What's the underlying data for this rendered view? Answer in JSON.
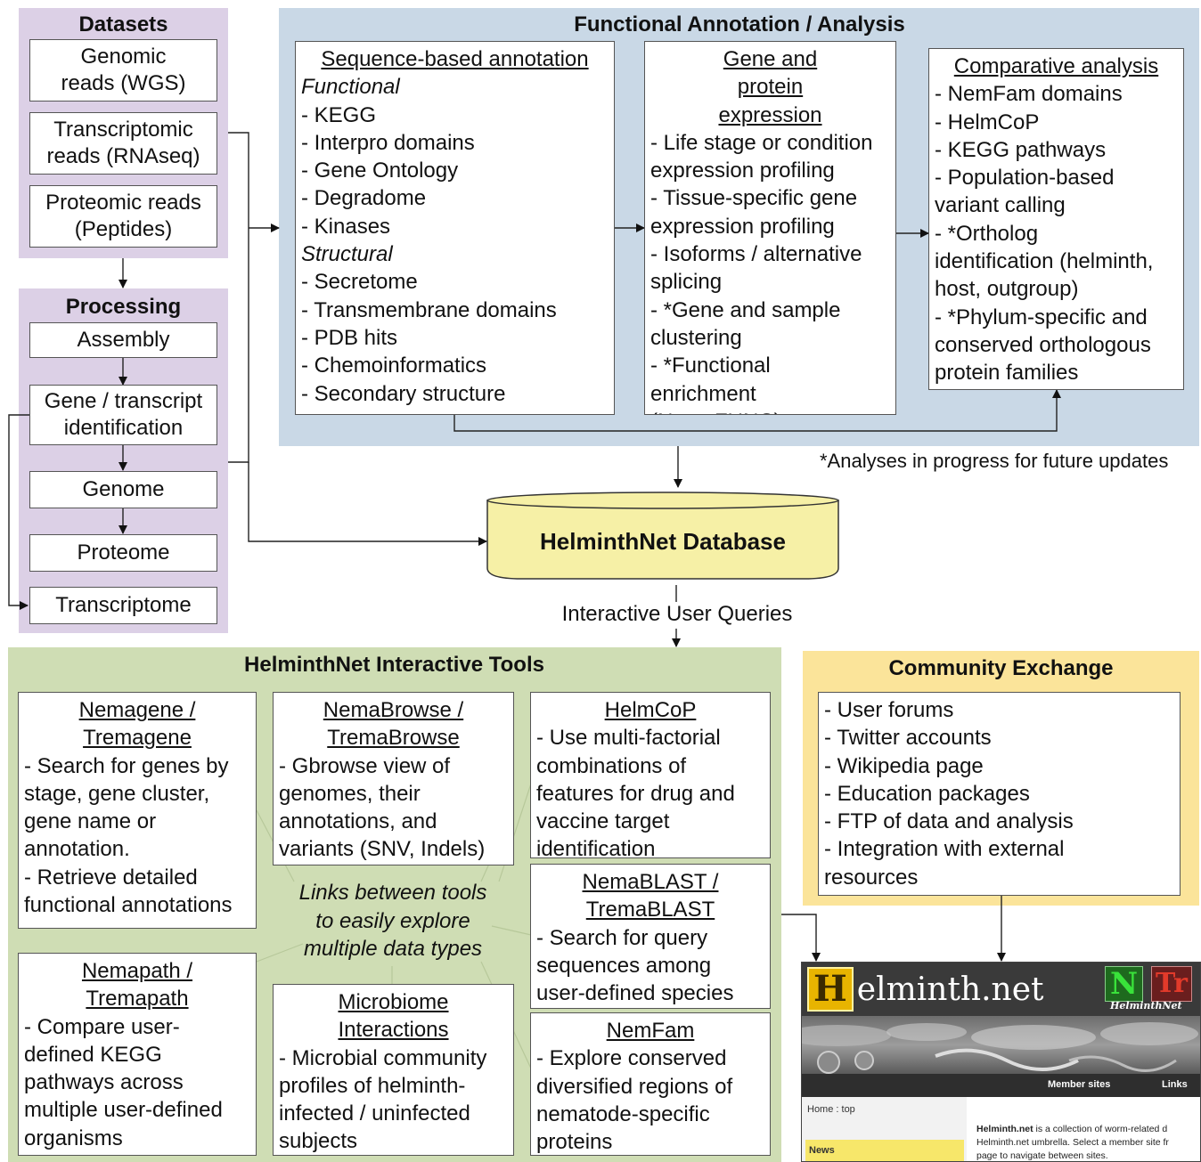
{
  "datasets": {
    "title": "Datasets",
    "items": [
      "Genomic reads (WGS)",
      "Transcriptomic reads (RNAseq)",
      "Proteomic reads (Peptides)"
    ]
  },
  "processing": {
    "title": "Processing",
    "items": [
      "Assembly",
      "Gene / transcript identification",
      "Genome",
      "Proteome",
      "Transcriptome"
    ]
  },
  "functional": {
    "title": "Functional Annotation / Analysis",
    "sequence": {
      "heading": "Sequence-based annotation",
      "functional_label": "Functional",
      "functional_items": [
        "- KEGG",
        "- Interpro domains",
        "- Gene Ontology",
        "- Degradome",
        "- Kinases"
      ],
      "structural_label": "Structural",
      "structural_items": [
        "- Secretome",
        "- Transmembrane domains",
        "- PDB hits",
        "- Chemoinformatics",
        "- Secondary structure"
      ]
    },
    "expression": {
      "heading": "Gene and protein expression",
      "lines": [
        "- Life stage or condition",
        "expression profiling",
        "- Tissue-specific gene",
        "expression profiling",
        "- Isoforms / alternative",
        "splicing",
        "- *Gene and sample",
        "clustering",
        "- *Functional",
        "enrichment",
        "(NemaFUNC)"
      ]
    },
    "comparative": {
      "heading": "Comparative analysis",
      "lines": [
        "- NemFam domains",
        "- HelmCoP",
        "- KEGG pathways",
        "- Population-based",
        "variant calling",
        "- *Ortholog",
        "identification (helminth,",
        "host, outgroup)",
        "- *Phylum-specific and",
        "conserved orthologous",
        "protein families"
      ]
    }
  },
  "footnote": "*Analyses in progress for future updates",
  "database": {
    "label": "HelminthNet Database"
  },
  "queries_label": "Interactive User Queries",
  "tools": {
    "title": "HelminthNet Interactive Tools",
    "links_text": [
      "Links between tools",
      "to easily explore",
      "multiple data types"
    ],
    "nemagene": {
      "heading": [
        "Nemagene /",
        "Tremagene"
      ],
      "lines": [
        "- Search for genes by",
        "stage, gene cluster,",
        "gene name or",
        "annotation.",
        "- Retrieve detailed",
        "functional annotations"
      ]
    },
    "nemabrowse": {
      "heading": [
        "NemaBrowse /",
        "TremaBrowse"
      ],
      "lines": [
        "- Gbrowse view of",
        "genomes, their",
        "annotations, and",
        "variants (SNV, Indels)"
      ]
    },
    "helmcop": {
      "heading": [
        "HelmCoP"
      ],
      "lines": [
        "- Use multi-factorial",
        "combinations of",
        "features for drug and",
        "vaccine target",
        "identification"
      ]
    },
    "nemablast": {
      "heading": [
        "NemaBLAST /",
        "TremaBLAST"
      ],
      "lines": [
        "- Search for query",
        "sequences among",
        "user-defined species"
      ]
    },
    "nemapath": {
      "heading": [
        "Nemapath /",
        "Tremapath"
      ],
      "lines": [
        "- Compare user-",
        "defined KEGG",
        "pathways across",
        "multiple user-defined",
        "organisms"
      ]
    },
    "microbiome": {
      "heading": [
        "Microbiome",
        "Interactions"
      ],
      "lines": [
        "- Microbial community",
        "profiles of helminth-",
        "infected / uninfected",
        "subjects"
      ]
    },
    "nemfam": {
      "heading": [
        "NemFam"
      ],
      "lines": [
        "- Explore conserved",
        "diversified regions of",
        "nematode-specific",
        "proteins"
      ]
    }
  },
  "community": {
    "title": "Community Exchange",
    "items": [
      "- User forums",
      "- Twitter accounts",
      "- Wikipedia page",
      "- Education packages",
      "- FTP of data and analysis",
      "- Integration with external",
      "resources"
    ]
  },
  "website": {
    "logo_letter": "H",
    "logo_rest": "elminth.net",
    "badge_n": "N",
    "badge_tr": "Tr",
    "badge_caption": "HelminthNet",
    "nav": [
      "Member sites",
      "Links"
    ],
    "breadcrumb": "Home : top",
    "news": "News",
    "intro_bold": "Helminth.net",
    "intro_lines": [
      " is a collection of worm-related d",
      "Helminth.net umbrella. Select a member site fr",
      "page to navigate between sites."
    ]
  },
  "colors": {
    "purple_panel": "#dcd0e6",
    "blue_panel": "#c9d8e6",
    "green_panel": "#cfddb4",
    "yellow_panel": "#fbe49a",
    "database_fill": "#f6f0a6"
  }
}
